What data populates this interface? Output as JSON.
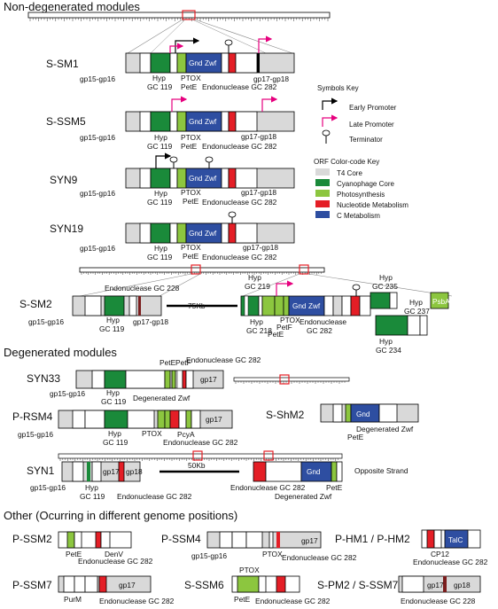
{
  "section_titles": {
    "nondegenerated": "Non-degenerated modules",
    "degenerated": "Degenerated modules",
    "other": "Other (Ocurring in different genome positions)"
  },
  "colors": {
    "t4_core": "#d9d9d9",
    "cyanophage_core": "#1a8a3a",
    "photosynthesis": "#8cc63f",
    "nucleotide_metabolism": "#e41e26",
    "c_metabolism": "#2e4ea1",
    "early_promoter": "#000000",
    "late_promoter": "#e6007e"
  },
  "symbols_key": {
    "title": "Symbols Key",
    "early": "Early Promoter",
    "late": "Late Promoter",
    "terminator": "Terminator"
  },
  "color_key": {
    "title": "ORF Color-code Key",
    "t4": "T4 Core",
    "cyanophage": "Cyanophage Core",
    "photosynthesis": "Photosynthesis",
    "nucleotide": "Nucleotide Metabolism",
    "cmeta": "C Metabolism"
  },
  "genomes": {
    "ssm1": "S-SM1",
    "sssm5": "S-SSM5",
    "syn9": "SYN9",
    "syn19": "SYN19",
    "ssm2": "S-SM2",
    "syn33": "SYN33",
    "prsm4": "P-RSM4",
    "shm2": "S-ShM2",
    "syn1": "SYN1",
    "pssm2": "P-SSM2",
    "pssm4": "P-SSM4",
    "phm": "P-HM1 / P-HM2",
    "pssm7": "P-SSM7",
    "sssm6": "S-SSM6",
    "spm2": "S-PM2 / S-SSM7"
  },
  "labels": {
    "gp15": "gp15-gp16",
    "hyp": "Hyp",
    "gc119": "GC 119",
    "ptox": "PTOX",
    "pete": "PetE",
    "petf": "PetF",
    "endo282": "Endonuclease GC 282",
    "endo228": "Endonuclease GC 228",
    "gp1718": "gp17-gp18",
    "gnd": "Gnd",
    "zwf": "Zwf",
    "gc218": "GC 218",
    "gc219": "GC 219",
    "gc234": "GC 234",
    "gc235": "GC 235",
    "gc237": "GC 237",
    "gc282": "GC 282",
    "psba": "PsbA",
    "kb75": "75Kb",
    "kb50": "50Kb",
    "gp17": "gp17",
    "gp18": "gp18",
    "degzwf": "Degenerated Zwf",
    "pcya": "PcyA",
    "opposite": "Opposite Strand",
    "denv": "DenV",
    "talc": "TalC",
    "cp12": "CP12",
    "purm": "PurM",
    "endonuclease": "Endonuclease"
  }
}
